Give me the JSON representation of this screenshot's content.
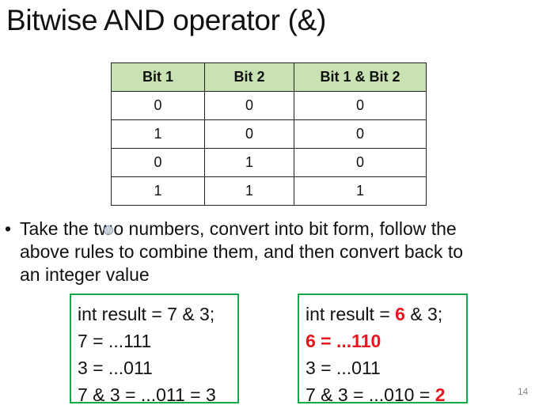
{
  "slide": {
    "title": "Bitwise AND operator (&)",
    "page_number": "14"
  },
  "table": {
    "headers": [
      "Bit 1",
      "Bit 2",
      "Bit 1 & Bit 2"
    ],
    "rows": [
      [
        "0",
        "0",
        "0"
      ],
      [
        "1",
        "0",
        "0"
      ],
      [
        "0",
        "1",
        "0"
      ],
      [
        "1",
        "1",
        "1"
      ]
    ],
    "header_color": "#c9e2b3"
  },
  "bullet": {
    "marker": "•",
    "line1_a": "Take the tw",
    "line1_b": "o numbers, convert into bit form, follow the",
    "line2": "above rules to combine them, and then convert back to",
    "line3": "an integer value"
  },
  "code_left": {
    "line1": "int result = 7 & 3;",
    "line2": "7 = ...111",
    "line3": "3 = ...011",
    "line4": "7 & 3 = ...011 = 3"
  },
  "code_right": {
    "line1_pre": "int result = ",
    "line1_hl": "6",
    "line1_post": " & 3;",
    "line2_hl": "6 = ...110",
    "line3": "3 = ...011",
    "line4_pre": "7 & 3 = ...010 = ",
    "line4_hl": "2"
  },
  "colors": {
    "box_border": "#14a84a",
    "highlight": "#e8141e"
  }
}
